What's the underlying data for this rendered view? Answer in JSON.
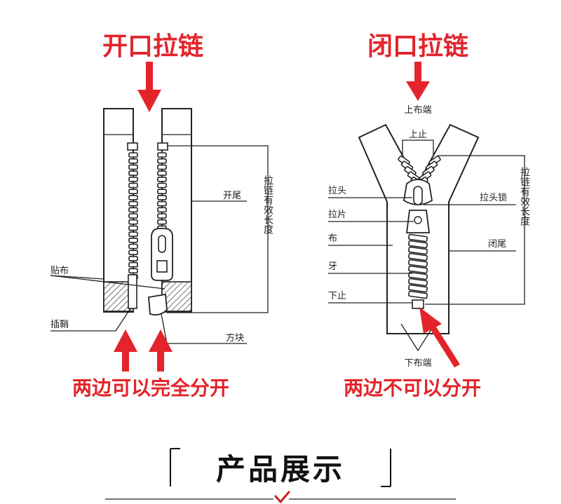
{
  "colors": {
    "accent_red": "#e3242b",
    "ink": "#222222",
    "check_red": "#cc1f1f"
  },
  "open_zipper": {
    "title": "开口拉链",
    "caption": "两边可以完全分开",
    "labels": {
      "open_tail": "开尾",
      "tie_cloth": "贴布",
      "insert_pin": "插鞘",
      "box": "方块",
      "effective_length": "拉链有效长度"
    }
  },
  "closed_zipper": {
    "title": "闭口拉链",
    "caption": "两边不可以分开",
    "labels": {
      "top_tape_end": "上布端",
      "top_stop": "上止",
      "slider": "拉头",
      "pull_tab": "拉片",
      "tape": "布",
      "teeth": "牙",
      "bottom_stop": "下止",
      "bottom_tape_end": "下布端",
      "slider_lock": "拉头锁",
      "closed_tail": "闭尾",
      "effective_length": "拉链有效长度"
    }
  },
  "section": {
    "title": "产品展示",
    "check_icon": "check-mark-icon"
  }
}
